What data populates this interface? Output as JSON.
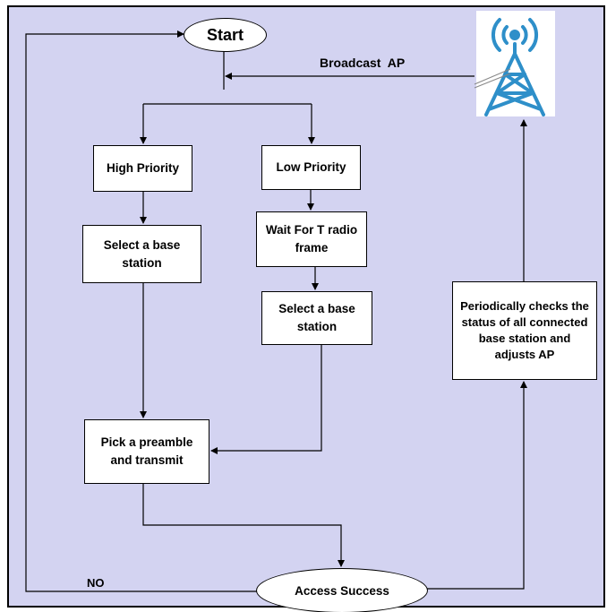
{
  "diagram": {
    "nodes": {
      "start": "Start",
      "high_priority": "High Priority",
      "low_priority": "Low Priority",
      "select_bs_high": "Select a base station",
      "wait": "Wait For T radio frame",
      "select_bs_low": "Select a base station",
      "pick_preamble": "Pick a preamble and transmit",
      "periodic_check": "Periodically checks the status of all connected base station and adjusts AP",
      "access_success": "Access Success"
    },
    "edge_labels": {
      "broadcast": "Broadcast  AP",
      "no": "NO"
    },
    "icons": {
      "tower": "cell-tower-icon"
    },
    "colors": {
      "background": "#d3d3f1",
      "border": "#000000",
      "box_fill": "#ffffff",
      "tower": "#2e8fc9"
    }
  }
}
